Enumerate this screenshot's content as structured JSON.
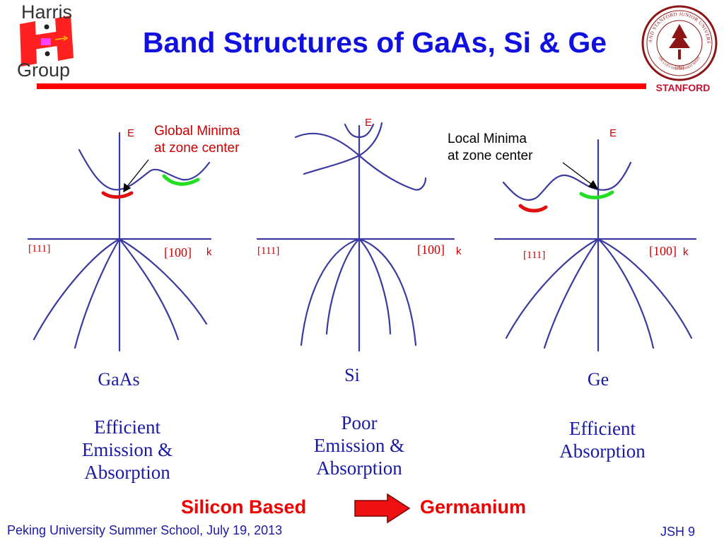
{
  "title": "Band Structures of GaAs, Si & Ge",
  "logo": {
    "top_word": "Harris",
    "bottom_word": "Group"
  },
  "stanford": {
    "label": "STANFORD",
    "seal_top_text": "LELAND STANFORD JUNIOR UNIVERSITY",
    "seal_bottom_text": "DIE LUFT DER FREIHEIT WEHT",
    "seal_year": "1891"
  },
  "panels": [
    {
      "energy_label": "E",
      "k_label": "k",
      "left_direction": "[111]",
      "right_direction": "[100]",
      "annotation_line1": "Global Minima",
      "annotation_line2": "at zone center",
      "material": "GaAs",
      "description": [
        "Efficient",
        "Emission &",
        "Absorption"
      ]
    },
    {
      "energy_label": "E",
      "k_label": "k",
      "left_direction": "[111]",
      "right_direction": "[100]",
      "material": "Si",
      "description": [
        "Poor",
        "Emission &",
        "Absorption"
      ]
    },
    {
      "energy_label": "E",
      "k_label": "k",
      "left_direction": "[111]",
      "right_direction": "[100]",
      "annotation_line1": "Local Minima",
      "annotation_line2": "at zone center",
      "material": "Ge",
      "description": [
        "Efficient",
        "Absorption"
      ]
    }
  ],
  "transition": {
    "from": "Silicon Based",
    "to": "Germanium"
  },
  "footer": {
    "event": "Peking University Summer School, July 19, 2013",
    "slide_id": "JSH 9"
  },
  "colors": {
    "title": "#1010e0",
    "band_lines": "#3a3aa0",
    "rule": "#ff0000",
    "global_minimum": "#e01010",
    "local_minimum": "#22dd22",
    "stanford": "#8c1515"
  }
}
